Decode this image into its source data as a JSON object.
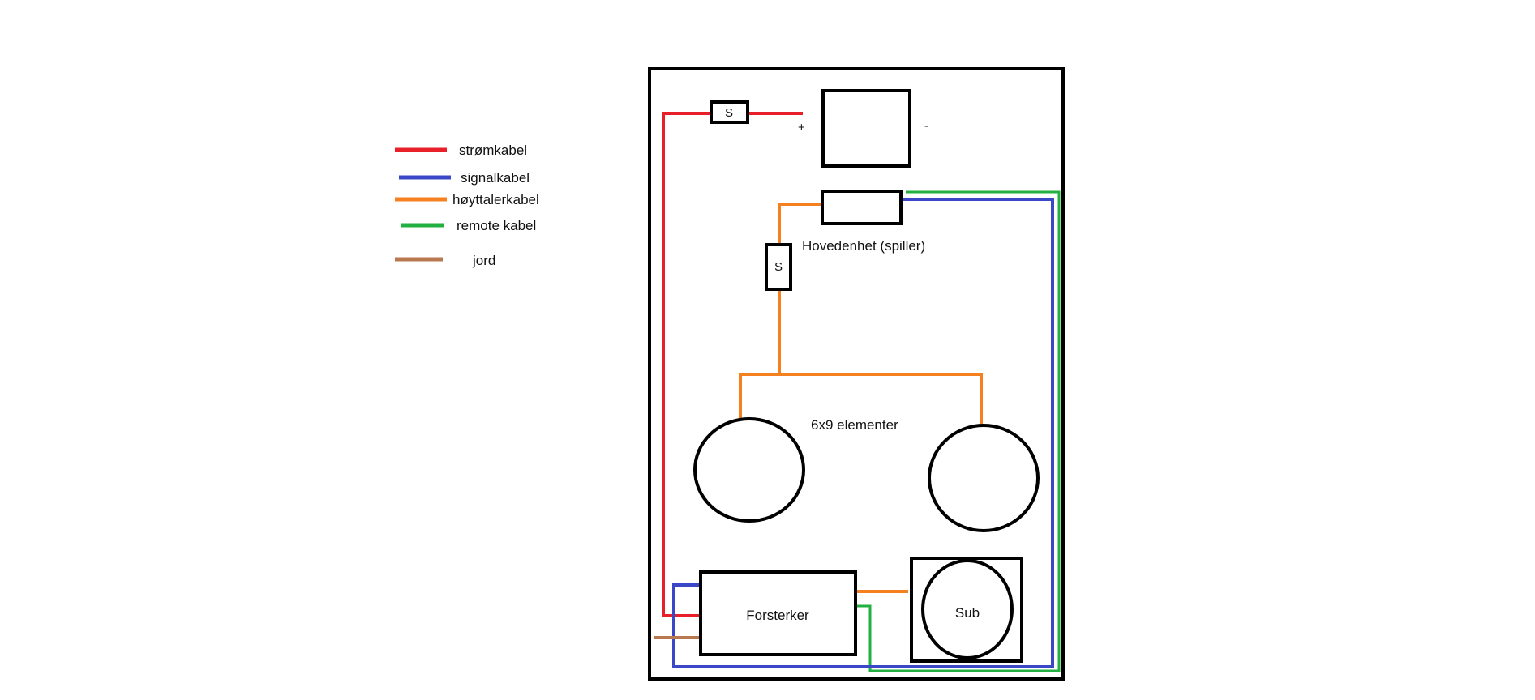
{
  "legend": {
    "items": [
      {
        "label": "strømkabel",
        "color": "#e8202a"
      },
      {
        "label": "signalkabel",
        "color": "#3a48c8"
      },
      {
        "label": "høyttalerkabel",
        "color": "#f58020"
      },
      {
        "label": "remote kabel",
        "color": "#22b040"
      },
      {
        "label": "jord",
        "color": "#b87850"
      }
    ]
  },
  "diagram": {
    "fuse_label": "S",
    "battery_plus": "+",
    "battery_minus": "-",
    "head_unit_label": "Hovedenhet (spiller)",
    "speakers_label": "6x9 elementer",
    "amplifier_label": "Forsterker",
    "sub_label": "Sub"
  }
}
